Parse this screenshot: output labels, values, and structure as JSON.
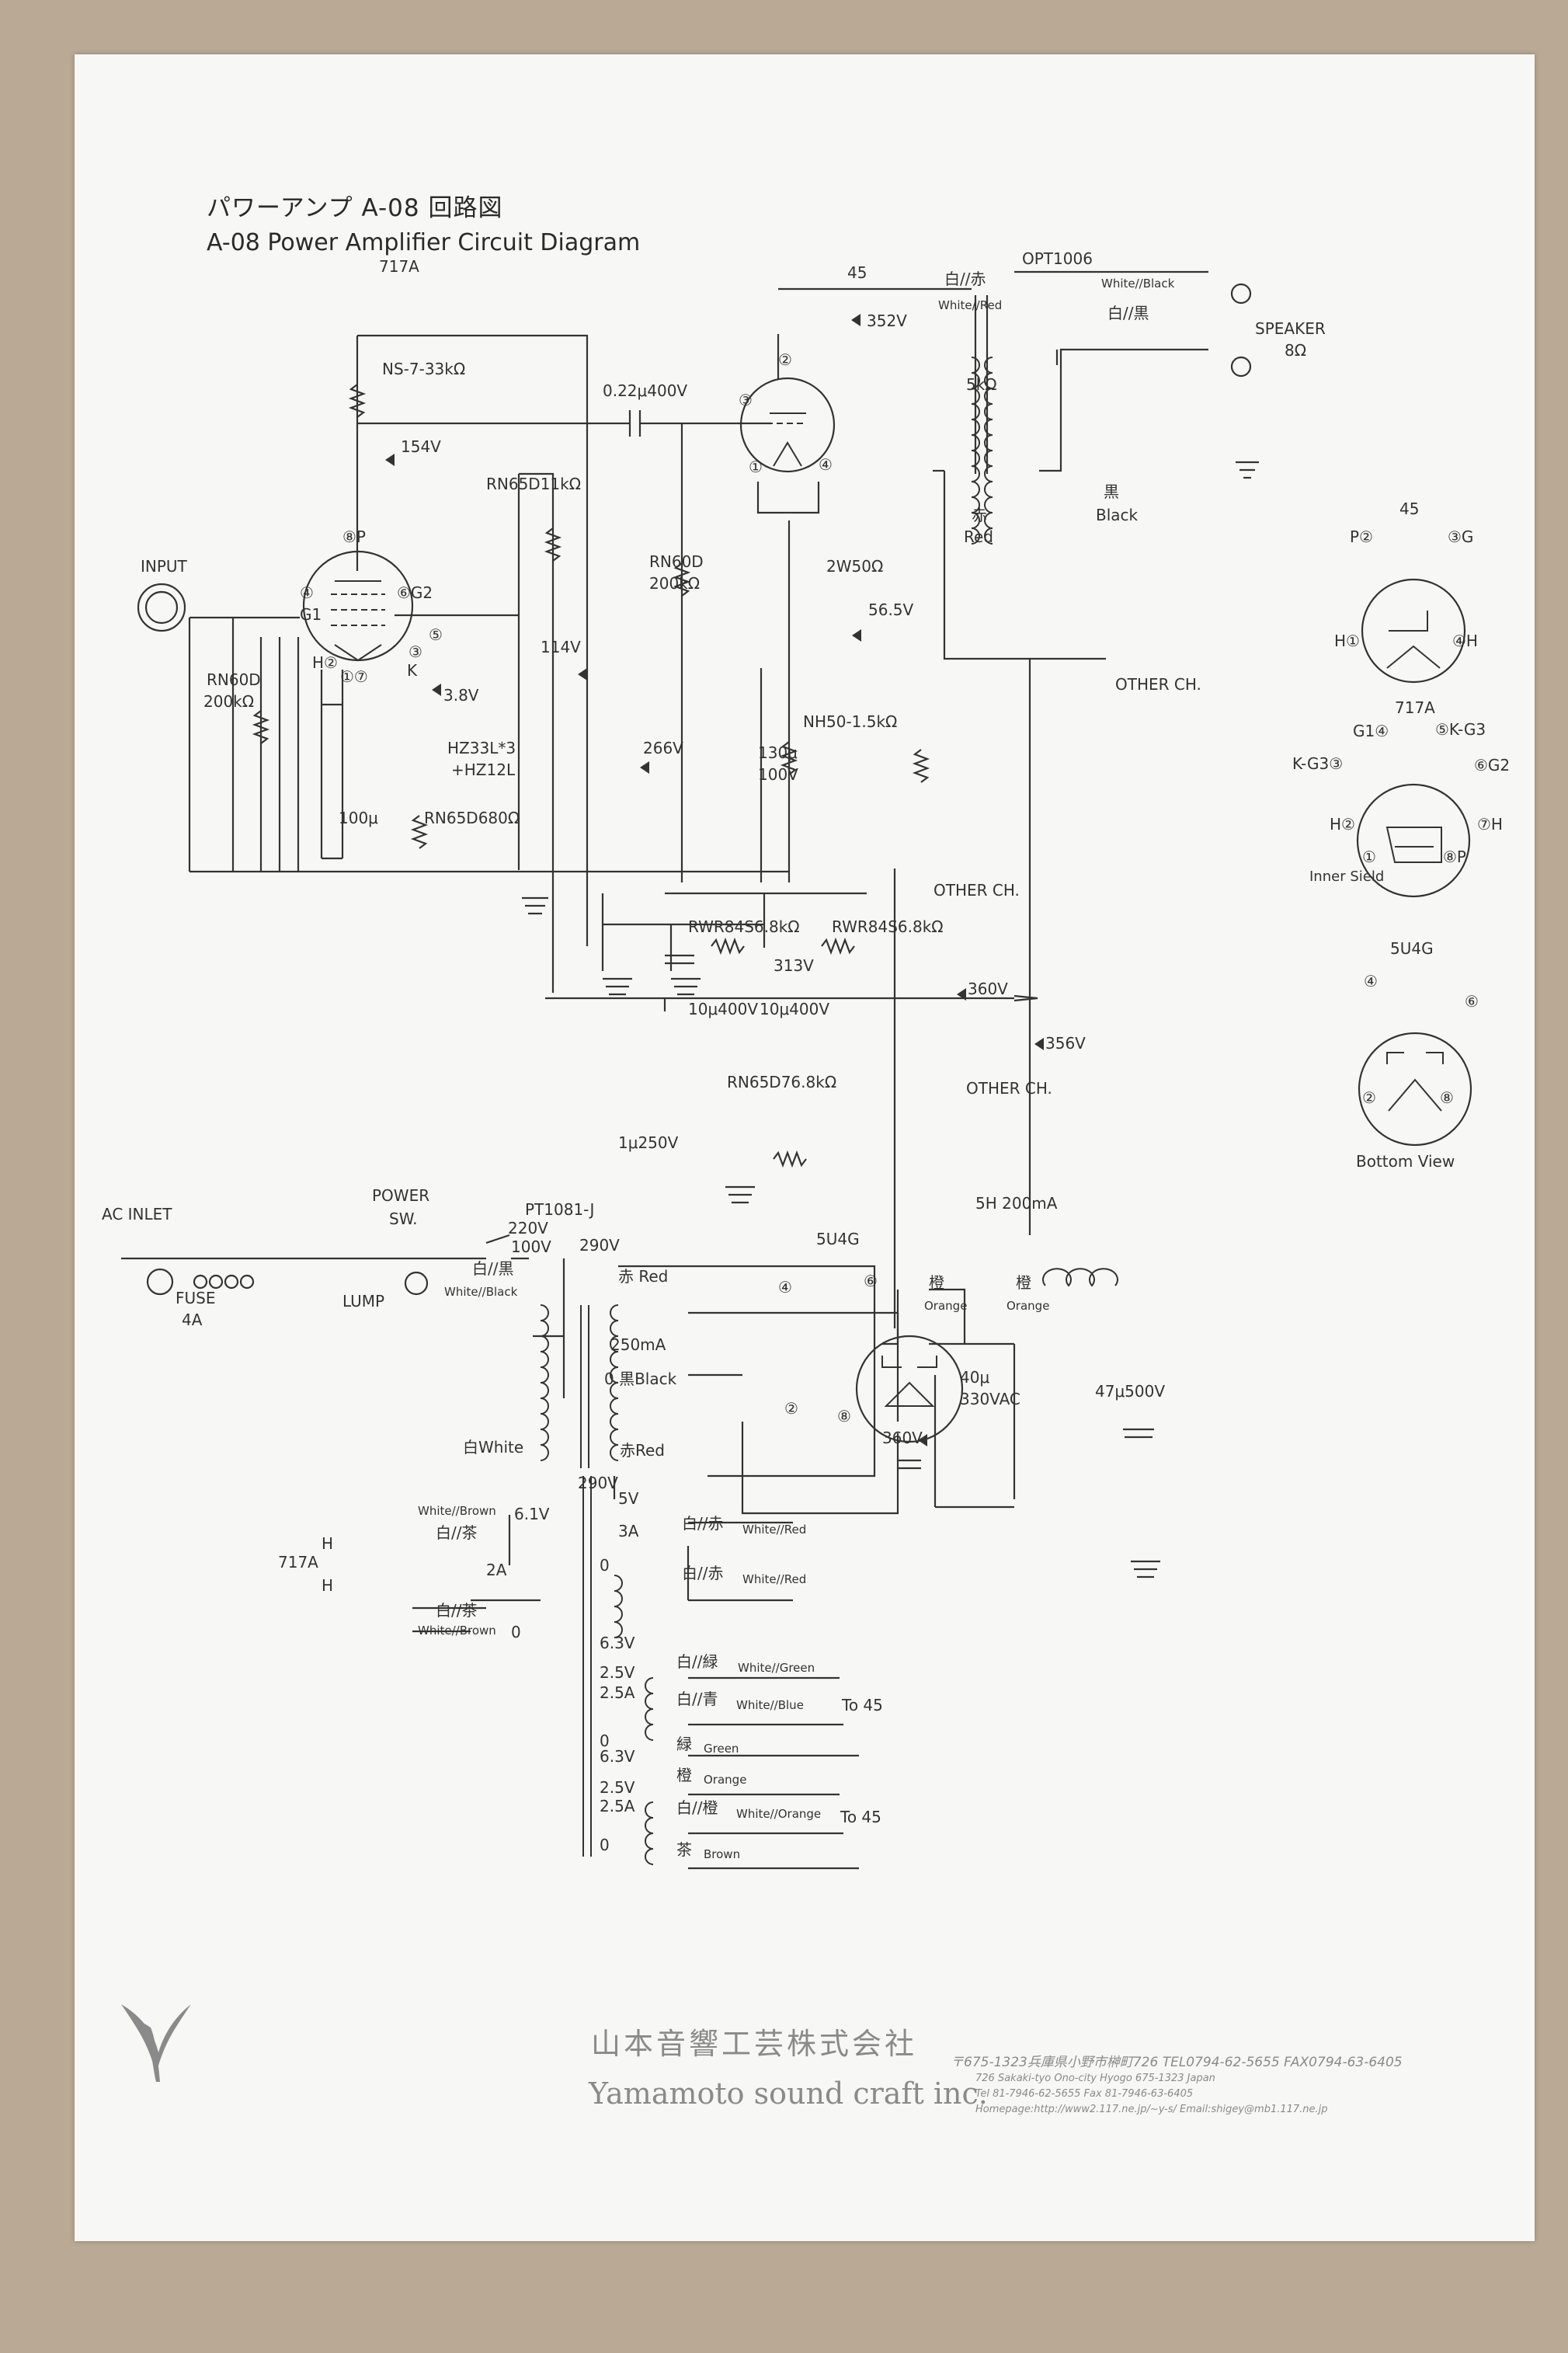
{
  "title": {
    "jp": "パワーアンプ A-08 回路図",
    "en": "A-08 Power Amplifier Circuit Diagram"
  },
  "labels": {
    "tube_717a": "717A",
    "tube_45": "45",
    "opt": "OPT1006",
    "opt_prim_top_jp": "白//赤",
    "opt_prim_top_en": "White//Red",
    "opt_sec_top_en": "White//Black",
    "opt_sec_top_jp": "白//黒",
    "opt_imp": "5kΩ",
    "opt_prim_bot_jp": "赤",
    "opt_prim_bot_en": "Red",
    "opt_sec_bot_jp": "黒",
    "opt_sec_bot_en": "Black",
    "speaker": "SPEAKER",
    "speaker_imp": "8Ω",
    "ns7": "NS-7-33kΩ",
    "v154": "154V",
    "coupling_cap": "0.22μ400V",
    "v352": "352V",
    "rn65d11k": "RN65D11kΩ",
    "rn60d_a": "RN60D",
    "rn60d_a_val": "200kΩ",
    "input": "INPUT",
    "pin8p": "⑧P",
    "pin4": "④",
    "g1": "G1",
    "pin6g2": "⑥G2",
    "h2": "H②",
    "pins17": "①⑦",
    "pin3": "③",
    "pin5": "⑤",
    "k": "K",
    "v114": "114V",
    "v38": "3.8V",
    "hz33l": "HZ33L*3",
    "hz12l": "+HZ12L",
    "rn60d_b": "RN60D",
    "rn60d_b_val": "200kΩ",
    "cap100": "100μ",
    "rn65d680": "RN65D680Ω",
    "v266": "266V",
    "pin3_45": "③",
    "pin2_45": "②",
    "pin1_45": "①",
    "pin4_45": "④",
    "pot": "2W50Ω",
    "v565": "56.5V",
    "nh50": "NH50-1.5kΩ",
    "cap130": "130μ",
    "cap130v": "100V",
    "other_ch": "OTHER CH.",
    "rwr1": "RWR84S6.8kΩ",
    "rwr2": "RWR84S6.8kΩ",
    "v313": "313V",
    "v360a": "360V",
    "v356": "356V",
    "cap10a": "10μ400V",
    "cap10b": "10μ400V",
    "rn65d76": "RN65D76.8kΩ",
    "cap1u": "1μ250V",
    "ac_inlet": "AC INLET",
    "power_sw": "POWER",
    "power_sw2": "SW.",
    "fuse": "FUSE",
    "fuse_val": "4A",
    "lump": "LUMP",
    "pt": "PT1081-J",
    "v220": "220V",
    "v100": "100V",
    "pt_white_black_jp": "白//黒",
    "pt_white_black_en": "White//Black",
    "pt_white_jp": "白White",
    "v290a": "290V",
    "red_jp": "赤 Red",
    "ma250": "250mA",
    "zero_black": "0 黒Black",
    "red2": "赤Red",
    "v290b": "290V",
    "rect": "5U4G",
    "rect_p4": "④",
    "rect_p6": "⑥",
    "rect_p2": "②",
    "rect_p8": "⑧",
    "v360b": "360V",
    "choke": "5H 200mA",
    "orange_jp1": "橙",
    "orange_en1": "Orange",
    "orange_jp2": "橙",
    "orange_en2": "Orange",
    "cap40": "40μ",
    "cap40v": "330VAC",
    "cap47": "47μ500V",
    "v5": "5V",
    "a3": "3A",
    "zero1": "0",
    "wr1_jp": "白//赤",
    "wr1_en": "White//Red",
    "wr2_jp": "白//赤",
    "wr2_en": "White//Red",
    "wb1_en": "White//Brown",
    "wb1_jp": "白//茶",
    "v61": "6.1V",
    "a2": "2A",
    "wb2_jp": "白//茶",
    "wb2_en": "White//Brown",
    "zero2": "0",
    "h_top": "H",
    "h_bot": "H",
    "tube717a_heater": "717A",
    "v63a": "6.3V",
    "v25a": "2.5V",
    "a25a": "2.5A",
    "zero3": "0",
    "wg_jp": "白//緑",
    "wg_en": "White//Green",
    "wbl_jp": "白//青",
    "wbl_en": "White//Blue",
    "green_jp": "緑",
    "green_en": "Green",
    "to45a": "To 45",
    "v63b": "6.3V",
    "v25b": "2.5V",
    "a25b": "2.5A",
    "zero4": "0",
    "or_jp": "橙",
    "or_en": "Orange",
    "wo_jp": "白//橙",
    "wo_en": "White//Orange",
    "br_jp": "茶",
    "br_en": "Brown",
    "to45b": "To 45",
    "base45": "45",
    "b45_p": "P②",
    "b45_g": "③G",
    "b45_h1": "H①",
    "b45_h4": "④H",
    "base717": "717A",
    "b717_g1": "G1④",
    "b717_kg3a": "⑤K-G3",
    "b717_kg3b": "K-G3③",
    "b717_g2": "⑥G2",
    "b717_h2": "H②",
    "b717_h7": "⑦H",
    "b717_p1": "①",
    "b717_p8": "⑧P",
    "b717_is": "Inner Sield",
    "base5u4g": "5U4G",
    "b5_4": "④",
    "b5_6": "⑥",
    "b5_2": "②",
    "b5_8": "⑧",
    "bottom_view": "Bottom View"
  },
  "footer": {
    "company_jp": "山本音響工芸株式会社",
    "company_en": "Yamamoto sound craft inc.",
    "address_jp": "〒675-1323兵庫県小野市榊町726 TEL0794-62-5655 FAX0794-63-6405",
    "address_en": "726 Sakaki-tyo Ono-city Hyogo 675-1323 Japan",
    "tel_en": "Tel 81-7946-62-5655 Fax 81-7946-63-6405",
    "web": "Homepage:http://www2.117.ne.jp/~y-s/ Email:shigey@mb1.117.ne.jp"
  },
  "colors": {
    "background": "#b9a995",
    "paper": "#f7f7f5",
    "ink": "#333333",
    "logo": "#8a8a8a"
  }
}
